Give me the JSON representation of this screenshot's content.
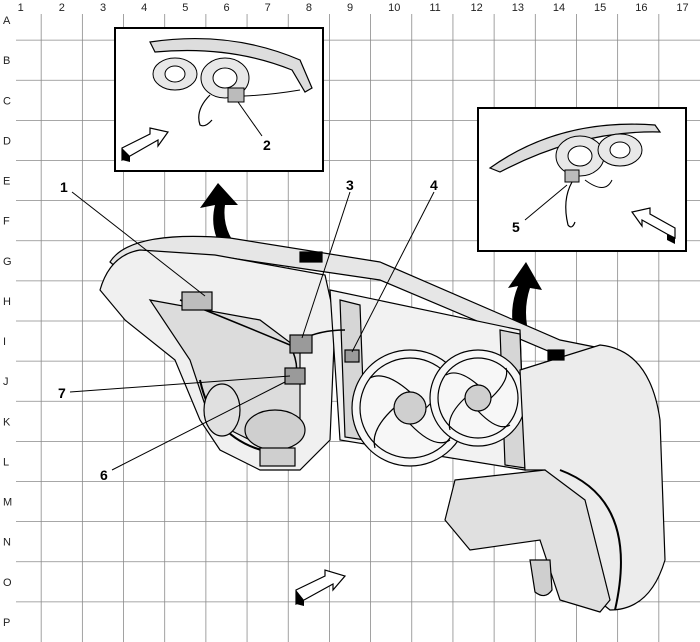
{
  "grid": {
    "columns": [
      "1",
      "2",
      "3",
      "4",
      "5",
      "6",
      "7",
      "8",
      "9",
      "10",
      "11",
      "12",
      "13",
      "14",
      "15",
      "16",
      "17"
    ],
    "rows": [
      "A",
      "B",
      "C",
      "D",
      "E",
      "F",
      "G",
      "H",
      "I",
      "J",
      "K",
      "L",
      "M",
      "N",
      "O",
      "P"
    ]
  },
  "callouts": [
    "1",
    "2",
    "3",
    "4",
    "5",
    "6",
    "7"
  ],
  "colors": {
    "line": "#000000",
    "grid": "#8a8a8a",
    "background": "#ffffff"
  }
}
